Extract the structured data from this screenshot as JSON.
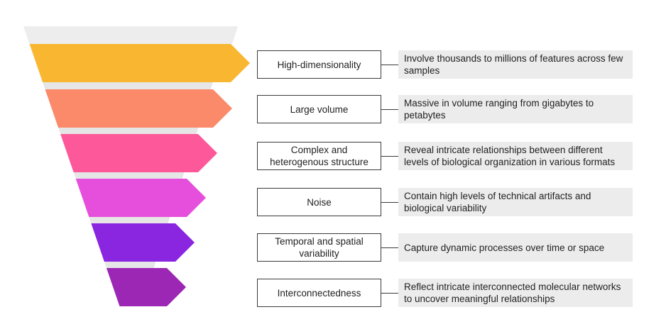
{
  "colors": {
    "funnel_top": "#ededed",
    "band_shadow": "#e6e6e6",
    "stages": [
      "#f9b731",
      "#fb8a6a",
      "#fd5899",
      "#e64fdb",
      "#8a25e0",
      "#9b27b4"
    ]
  },
  "stages": [
    {
      "label": "High-dimensionality",
      "description": "Involve thousands to millions of features across few samples"
    },
    {
      "label": "Large volume",
      "description": "Massive in volume ranging from gigabytes to petabytes"
    },
    {
      "label": "Complex and heterogenous structure",
      "description": "Reveal intricate relationships between different levels of biological organization in various formats"
    },
    {
      "label": "Noise",
      "description": "Contain high levels of technical artifacts and biological variability"
    },
    {
      "label": "Temporal and spatial variability",
      "description": "Capture dynamic processes over time or space"
    },
    {
      "label": "Interconnectedness",
      "description": "Reflect intricate interconnected molecular networks to uncover meaningful relationships"
    }
  ]
}
